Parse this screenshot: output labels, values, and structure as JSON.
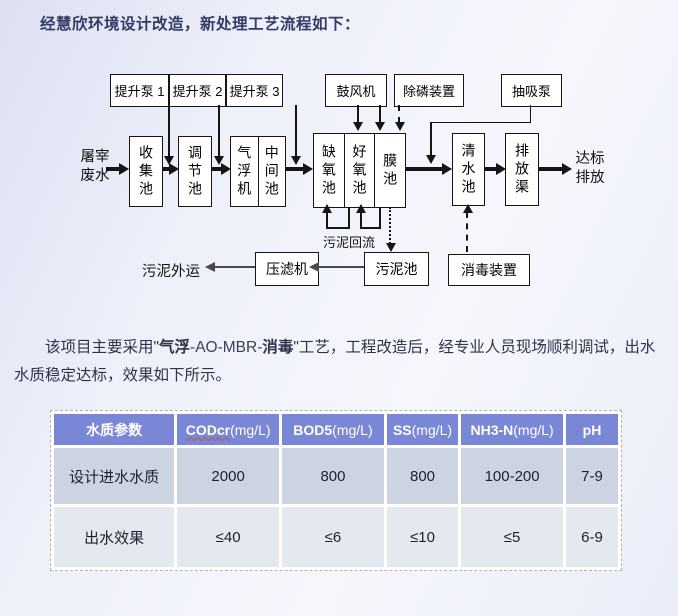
{
  "page": {
    "title": "经慧欣环境设计改造，新处理工艺流程如下：",
    "paragraph": {
      "p1": "该项目主要采用\"",
      "p2": "气浮",
      "p3": "-AO-MBR-",
      "p4": "消毒",
      "p5": "\"工艺，工程改造后，经专业人员现场顺利调试，出水水质稳定达标，效果如下所示。"
    }
  },
  "diagram": {
    "influent": "屠宰\n废水",
    "pumps": [
      "提升泵 1",
      "提升泵 2",
      "提升泵 3"
    ],
    "blower": "鼓风机",
    "phosphorus_unit": "除磷装置",
    "suction_pump": "抽吸泵",
    "pools": {
      "collect": "收集池",
      "regulate": "调节池",
      "flotation": "气浮机",
      "middle": "中间池",
      "anoxic": "缺氧池",
      "aerobic": "好氧池",
      "membrane": "膜池",
      "clear": "清水池",
      "discharge_channel": "排放渠"
    },
    "outfall": "达标\n排放",
    "sludge_return": "污泥回流",
    "sludge_pool": "污泥池",
    "filter_press": "压滤机",
    "sludge_out": "污泥外运",
    "disinfect_unit": "消毒装置"
  },
  "table": {
    "headers": [
      {
        "name": "水质参数",
        "unit": ""
      },
      {
        "name": "CODcr",
        "unit": "(mg/L)"
      },
      {
        "name": "BOD5",
        "unit": "(mg/L)"
      },
      {
        "name": "SS",
        "unit": "(mg/L)"
      },
      {
        "name": "NH3-N",
        "unit": "(mg/L)"
      },
      {
        "name": "pH",
        "unit": ""
      }
    ],
    "rows": [
      {
        "label": "设计进水水质",
        "values": [
          "2000",
          "800",
          "800",
          "100-200",
          "7-9"
        ]
      },
      {
        "label": "出水效果",
        "values": [
          "≤40",
          "≤6",
          "≤10",
          "≤5",
          "6-9"
        ]
      }
    ]
  },
  "colors": {
    "header_bg": "#7987d6",
    "row1_bg": "#ccd4e2",
    "row2_bg": "#e4e8ef",
    "title_text": "#333a63",
    "body_text": "#2e3347",
    "misspell_underline": "#c0504d"
  }
}
